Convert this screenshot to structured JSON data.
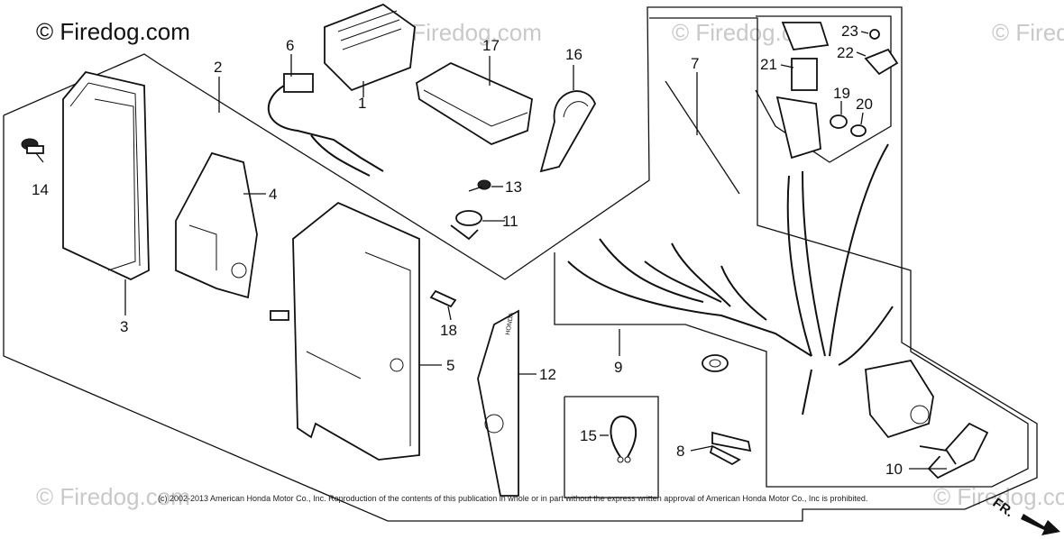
{
  "watermark": {
    "main": "© Firedog.com",
    "faded": "© Firedog.com"
  },
  "copyright": "(c) 2002-2013 American Honda Motor Co., Inc. Reproduction of the contents of this publication in whole or in part without the express written approval of American Honda Motor Co., Inc is prohibited.",
  "direction_label": "FR.",
  "plate_text": "HONDA",
  "callouts": [
    "1",
    "2",
    "3",
    "4",
    "5",
    "6",
    "7",
    "8",
    "9",
    "10",
    "11",
    "12",
    "13",
    "14",
    "15",
    "16",
    "17",
    "18",
    "19",
    "20",
    "21",
    "22",
    "23"
  ]
}
